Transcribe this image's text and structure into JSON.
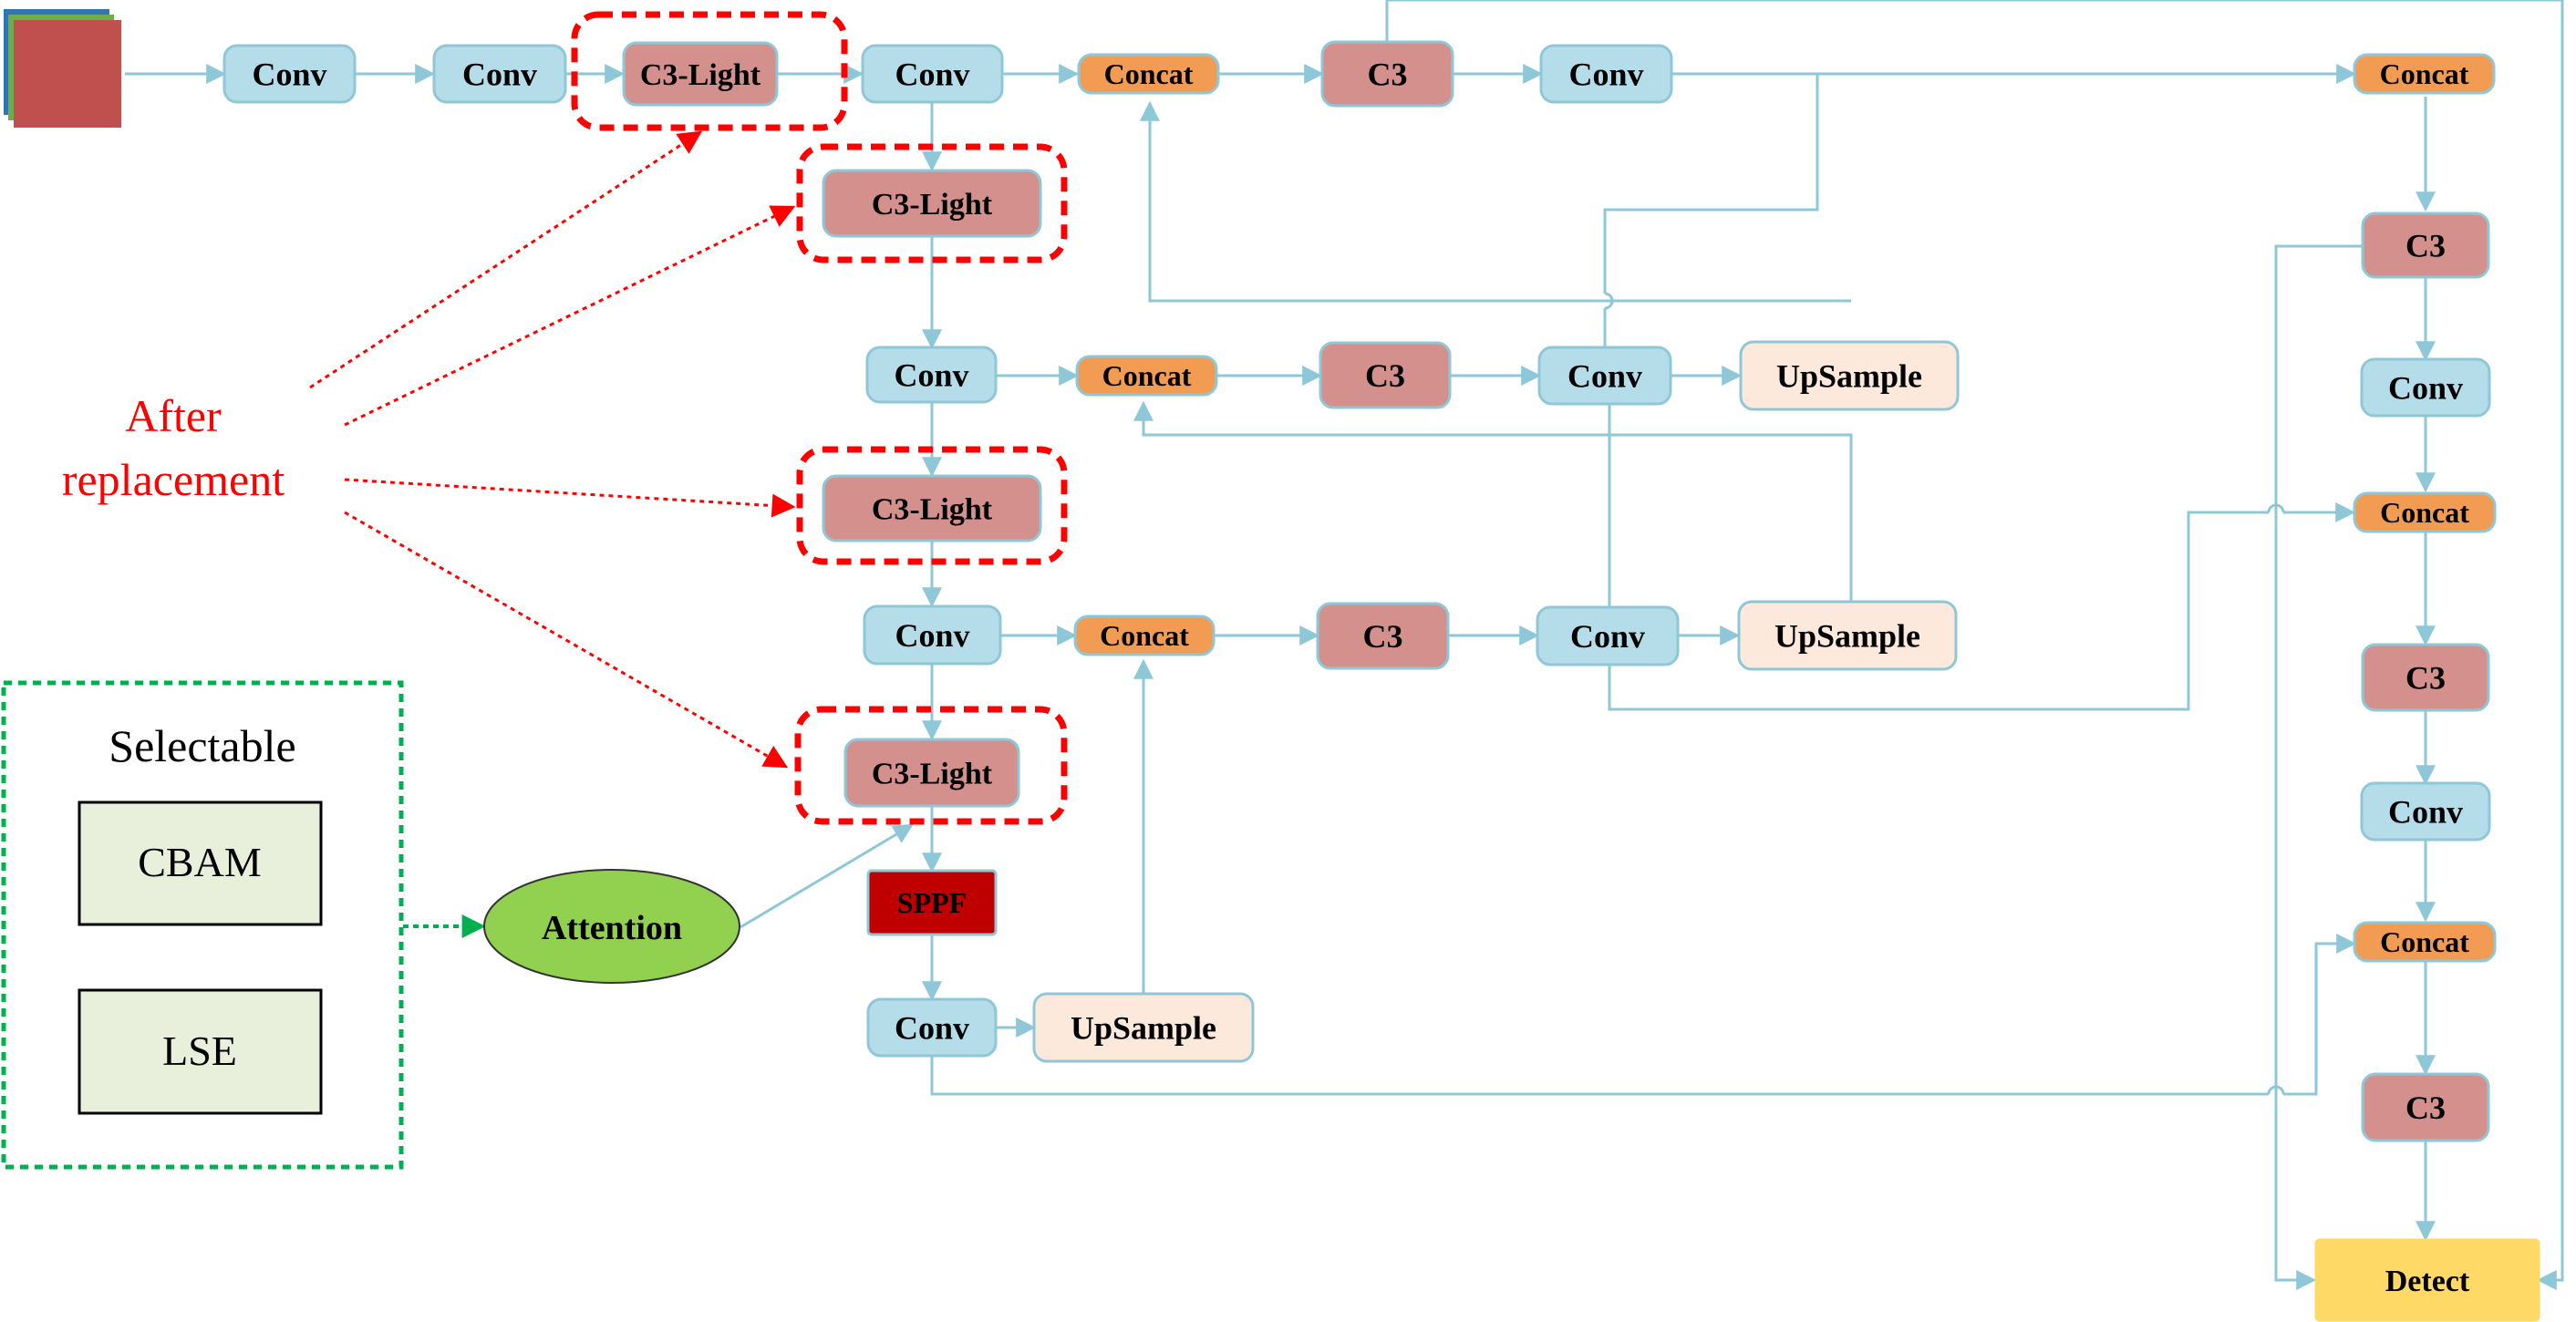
{
  "colors": {
    "conv_fill": "#b5dde9",
    "conv_stroke": "#8ec7d8",
    "c3_fill": "#d4908c",
    "concat_fill": "#f29c53",
    "upsample_fill": "#fde9dc",
    "sppf_fill": "#c00000",
    "detect_fill": "#ffd966",
    "attention_fill": "#92d050",
    "selectable_box_fill": "#e8f0dc",
    "arrow": "#8ec7d8",
    "highlight_red": "#ff0000",
    "selectable_green": "#00b050"
  },
  "nodes": {
    "conv1": "Conv",
    "conv2": "Conv",
    "c3light1": "C3-Light",
    "conv3": "Conv",
    "c3light2": "C3-Light",
    "conv4": "Conv",
    "c3light3": "C3-Light",
    "conv5": "Conv",
    "c3light4": "C3-Light",
    "sppf": "SPPF",
    "conv6": "Conv",
    "up1": "UpSample",
    "concat1": "Concat",
    "c3_1": "C3",
    "conv7": "Conv",
    "up2": "UpSample",
    "concat2": "Concat",
    "c3_2": "C3",
    "conv8": "Conv",
    "up3": "UpSample",
    "concat3": "Concat",
    "c3_3": "C3",
    "conv9": "Conv",
    "concat4": "Concat",
    "c3_4": "C3",
    "conv10": "Conv",
    "concat5": "Concat",
    "c3_5": "C3",
    "conv11": "Conv",
    "concat6": "Concat",
    "c3_6": "C3",
    "detect": "Detect",
    "attention": "Attention"
  },
  "annotation": {
    "line1": "After",
    "line2": "replacement"
  },
  "selectable": {
    "title": "Selectable",
    "options": [
      "CBAM",
      "LSE"
    ]
  }
}
